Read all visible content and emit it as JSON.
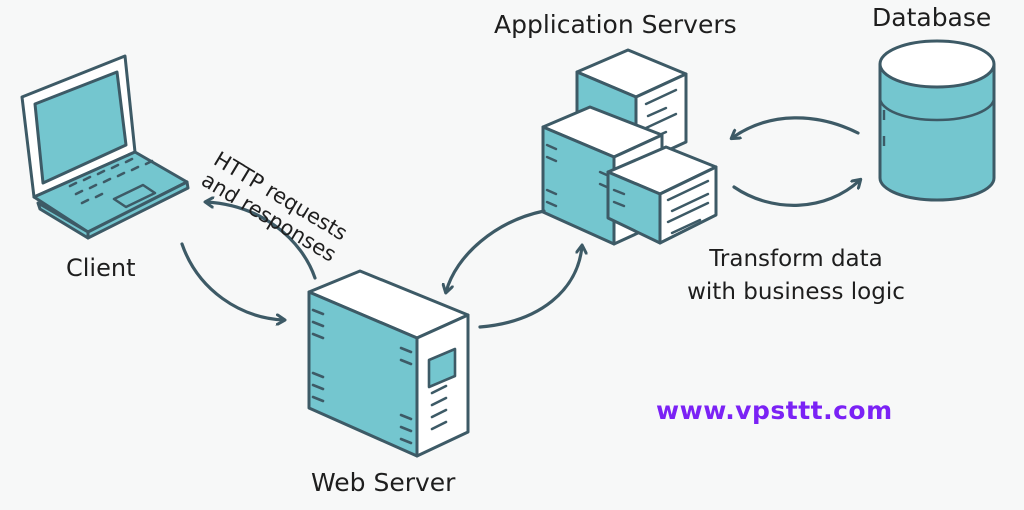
{
  "labels": {
    "application_servers": "Application Servers",
    "database": "Database",
    "client": "Client",
    "web_server": "Web Server",
    "transform_line1": "Transform data",
    "transform_line2": "with business logic",
    "http_line1": "HTTP requests",
    "http_line2": "and responses",
    "website": "www.vpsttt.com"
  },
  "colors": {
    "fill": "#74c6cf",
    "stroke": "#3d5a66",
    "panel": "#ffffff",
    "text": "#1e1e1e",
    "website": "#7b22f5",
    "background": "#f7f8f8"
  }
}
